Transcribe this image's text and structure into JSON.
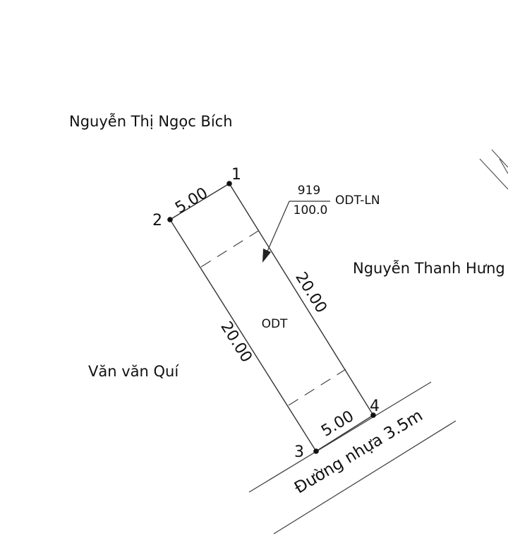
{
  "owners": {
    "north": "Nguyễn Thị Ngọc Bích",
    "east": "Nguyễn Thanh Hưng",
    "west": "Văn văn Quí"
  },
  "vertices": {
    "p1": "1",
    "p2": "2",
    "p3": "3",
    "p4": "4"
  },
  "dimensions": {
    "top": "5.00",
    "right": "20.00",
    "left": "20.00",
    "bottom": "5.00"
  },
  "parcel": {
    "number": "919",
    "area": "100.0",
    "land_type": "ODT-LN",
    "zone_label": "ODT"
  },
  "road": {
    "label": "Đường nhựa 3.5m"
  },
  "colors": {
    "line": "#333333",
    "text": "#111111",
    "background": "#ffffff"
  }
}
